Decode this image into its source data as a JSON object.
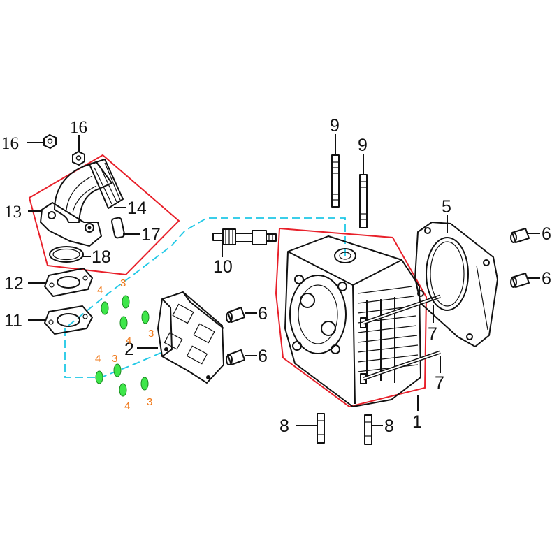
{
  "colors": {
    "outline_red": "#e8202a",
    "dash_cyan": "#1ec8e6",
    "washer_green": "#3ee64a",
    "label_orange": "#f07818",
    "ink": "#111111"
  },
  "callouts": {
    "p1": "1",
    "p2": "2",
    "p3a": "3",
    "p3b": "3",
    "p3c": "3",
    "p3d": "3",
    "p4a": "4",
    "p4b": "4",
    "p4c": "4",
    "p4d": "4",
    "p5": "5",
    "p6a": "6",
    "p6b": "6",
    "p6c": "6",
    "p6d": "6",
    "p7a": "7",
    "p7b": "7",
    "p8a": "8",
    "p8b": "8",
    "p9a": "9",
    "p9b": "9",
    "p10": "10",
    "p11": "11",
    "p12": "12",
    "p13": "13",
    "p14": "14",
    "p16a": "16",
    "p16b": "16",
    "p17": "17",
    "p18": "18"
  }
}
